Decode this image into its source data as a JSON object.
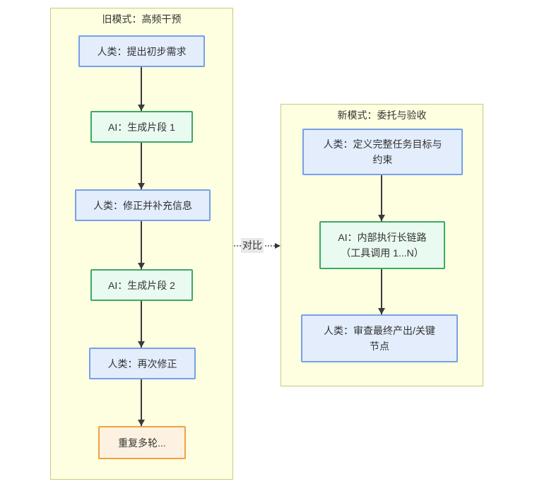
{
  "diagram": {
    "clusters": [
      {
        "title": "旧模式：高频干预",
        "nodes": [
          {
            "label": "人类：提出初步需求",
            "type": "human"
          },
          {
            "label": "AI：生成片段 1",
            "type": "ai"
          },
          {
            "label": "人类：修正并补充信息",
            "type": "human"
          },
          {
            "label": "AI：生成片段 2",
            "type": "ai"
          },
          {
            "label": "人类：再次修正",
            "type": "human"
          },
          {
            "label": "重复多轮...",
            "type": "loop"
          }
        ]
      },
      {
        "title": "新模式：委托与验收",
        "nodes": [
          {
            "label": "人类：定义完整任务目标与约束",
            "lines": [
              "人类：定义完整任务目标与",
              "约束"
            ],
            "type": "human"
          },
          {
            "label": "AI：内部执行长链路（工具调用 1...N）",
            "lines": [
              "AI：内部执行长链路",
              "（工具调用 1...N）"
            ],
            "type": "ai"
          },
          {
            "label": "人类：审查最终产出/关键节点",
            "lines": [
              "人类：审查最终产出/关键",
              "节点"
            ],
            "type": "human"
          }
        ]
      }
    ],
    "edge_label": "对比",
    "colors": {
      "cluster_fill": "#feffe0",
      "cluster_stroke": "#c9c97d",
      "human_fill": "#e3edfc",
      "human_stroke": "#76a0e8",
      "ai_fill": "#e9faf0",
      "ai_stroke": "#3aa968",
      "loop_fill": "#fdf2e1",
      "loop_stroke": "#f0a23e",
      "edge_label_bg": "#e8e8e8",
      "arrow": "#333333"
    }
  }
}
